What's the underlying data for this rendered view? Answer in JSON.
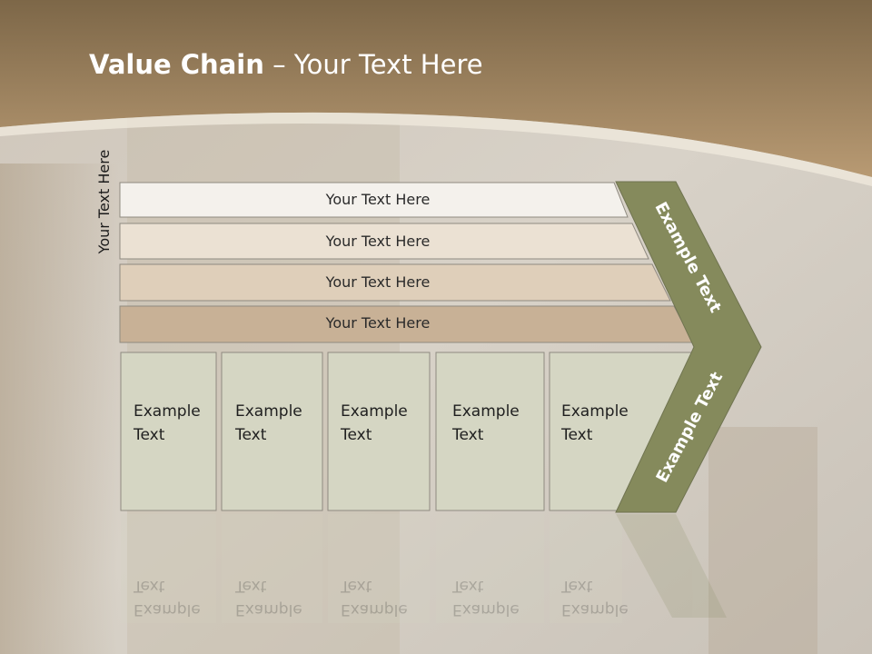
{
  "title": {
    "bold": "Value Chain",
    "rest": " – Your Text Here"
  },
  "side_label": "Your Text Here",
  "bars": [
    "Your Text Here",
    "Your Text Here",
    "Your Text Here",
    "Your Text Here"
  ],
  "boxes": [
    {
      "line1": "Example",
      "line2": "Text"
    },
    {
      "line1": "Example",
      "line2": "Text"
    },
    {
      "line1": "Example",
      "line2": "Text"
    },
    {
      "line1": "Example",
      "line2": "Text"
    },
    {
      "line1": "Example",
      "line2": "Text"
    }
  ],
  "chevron": {
    "top_label": "Example Text",
    "bottom_label": "Example Text"
  },
  "colors": {
    "header": "#9a7a55",
    "chevron": "#858a5c",
    "bar1": "#f4f1ec",
    "bar2": "#ebe1d3",
    "bar3": "#dfcfba",
    "bar4": "#c8b196",
    "box": "#d5d6c3"
  }
}
